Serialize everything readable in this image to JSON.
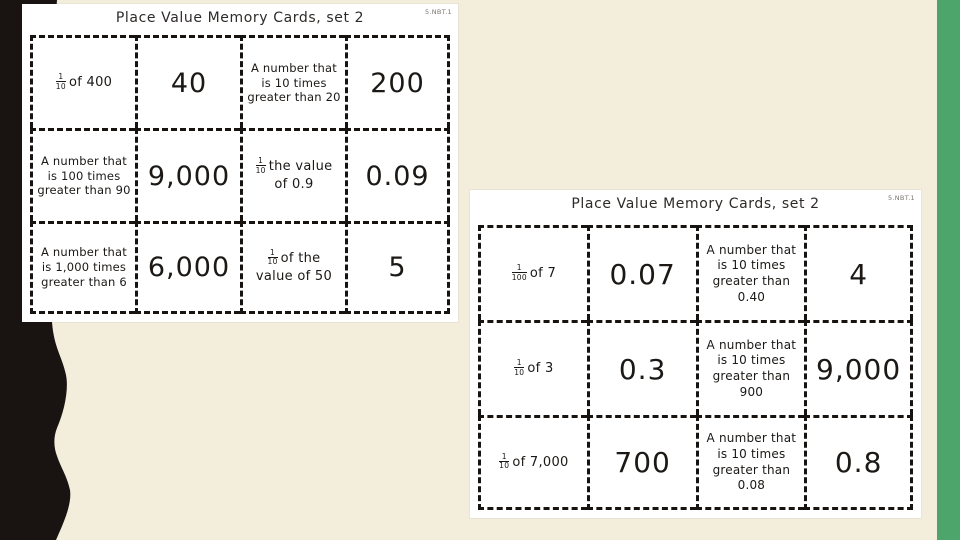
{
  "colors": {
    "background": "#f3eedc",
    "left_shape": "#191412",
    "green_bar": "#4ea56c",
    "sheet": "#ffffff",
    "card_border": "#171310"
  },
  "sheets": [
    {
      "title": "Place Value Memory Cards, set 2",
      "standard": "5.NBT.1",
      "cards": [
        {
          "type": "fraction",
          "num": "1",
          "den": "10",
          "text": "of 400"
        },
        {
          "type": "number",
          "text": "40"
        },
        {
          "type": "text",
          "text": "A number that is 10 times greater than 20"
        },
        {
          "type": "number",
          "text": "200"
        },
        {
          "type": "text",
          "text": "A number that is 100 times greater than 90"
        },
        {
          "type": "number",
          "text": "9,000"
        },
        {
          "type": "fraction",
          "num": "1",
          "den": "10",
          "text": "the value of 0.9"
        },
        {
          "type": "number",
          "text": "0.09"
        },
        {
          "type": "text",
          "text": "A number that is 1,000 times greater than 6"
        },
        {
          "type": "number",
          "text": "6,000"
        },
        {
          "type": "fraction",
          "num": "1",
          "den": "10",
          "text": "of the value of 50"
        },
        {
          "type": "number",
          "text": "5"
        }
      ]
    },
    {
      "title": "Place Value Memory Cards, set 2",
      "standard": "5.NBT.1",
      "cards": [
        {
          "type": "fraction",
          "num": "1",
          "den": "100",
          "text": "of 7"
        },
        {
          "type": "number",
          "text": "0.07"
        },
        {
          "type": "text",
          "text": "A number that is 10 times greater than 0.40"
        },
        {
          "type": "number",
          "text": "4"
        },
        {
          "type": "fraction",
          "num": "1",
          "den": "10",
          "text": "of 3"
        },
        {
          "type": "number",
          "text": "0.3"
        },
        {
          "type": "text",
          "text": "A number that is 10 times greater than 900"
        },
        {
          "type": "number",
          "text": "9,000"
        },
        {
          "type": "fraction",
          "num": "1",
          "den": "10",
          "text": "of 7,000"
        },
        {
          "type": "number",
          "text": "700"
        },
        {
          "type": "text",
          "text": "A number that is 10 times greater than 0.08"
        },
        {
          "type": "number",
          "text": "0.8"
        }
      ]
    }
  ]
}
